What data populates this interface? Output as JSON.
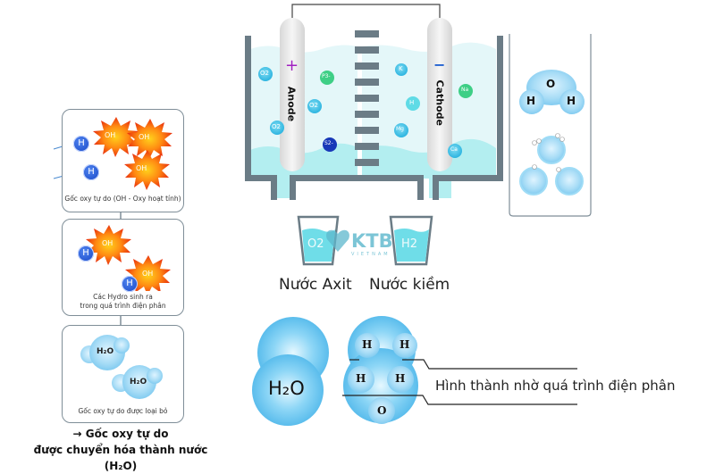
{
  "left_panel": {
    "step1": {
      "caption": "Gốc oxy tự do (OH - Oxy hoạt tính)",
      "hydrogen_label": "H",
      "radical_label": "OH"
    },
    "step2": {
      "caption_line1": "Các Hydro sinh ra",
      "caption_line2": "trong quá trình điện phân",
      "hydrogen_label": "H",
      "radical_label": "OH"
    },
    "step3": {
      "caption": "Gốc oxy tự do được loại bỏ",
      "molecule_label": "H₂O"
    },
    "conclusion_line1": "→ Gốc oxy tự do",
    "conclusion_line2": "được chuyển hóa thành nước (H₂O)"
  },
  "electrolysis": {
    "anode_label": "Anode",
    "anode_sign": "+",
    "cathode_label": "Cathode",
    "cathode_sign": "−",
    "anode_ions": [
      "O2",
      "P3-",
      "O2",
      "O2",
      "S2-"
    ],
    "cathode_ions": [
      "K",
      "H",
      "Mg",
      "Na",
      "Ca"
    ],
    "glass_left_label": "O2",
    "glass_right_label": "H2",
    "acid_water_label": "Nước Axit",
    "alkaline_water_label": "Nước kiềm",
    "watermark_text": "KTB",
    "watermark_sub": "VIETNAM"
  },
  "right_column": {
    "oxygen_label": "O",
    "hydrogen_label": "H"
  },
  "bottom": {
    "molecule_label": "H₂O",
    "cluster_h": "H",
    "cluster_o": "O",
    "annotation": "Hình thành nhờ quá trình điện phân"
  },
  "colors": {
    "tank": "#6b7c86",
    "water_light": "#e4f7f9",
    "water": "#b3eef0",
    "molecule": "#7fd0f2",
    "hydrogen_atom": "#1f55d8",
    "radical_inner": "#ffcc00",
    "radical_outer": "#e8200e",
    "anode_plus": "#a020c0",
    "cathode_minus": "#2060d0"
  }
}
